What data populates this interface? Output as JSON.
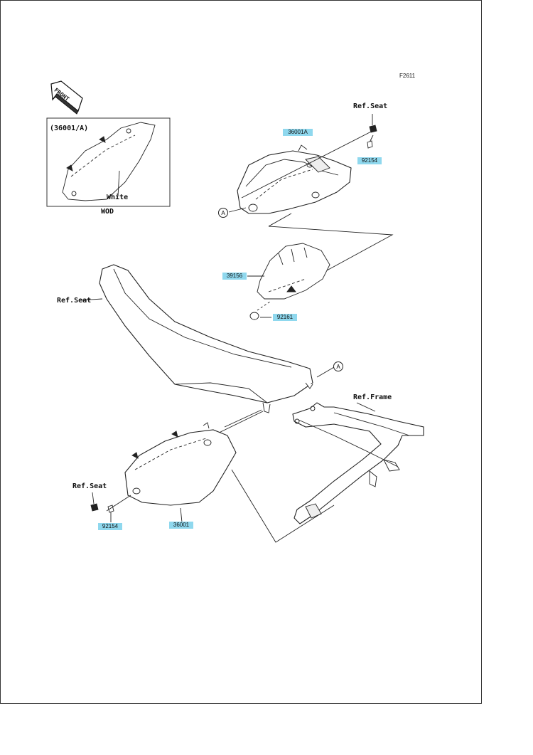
{
  "figure": {
    "code": "F2611"
  },
  "front_arrow": {
    "text": "FRONT"
  },
  "inset": {
    "part_ref": "(36001/A)",
    "color_label": "White",
    "variant_label": "WOD"
  },
  "labels": {
    "ref_seat_top": "Ref.Seat",
    "ref_seat_left": "Ref.Seat",
    "ref_seat_bottom": "Ref.Seat",
    "ref_frame": "Ref.Frame"
  },
  "callouts": {
    "a_top": "A",
    "a_mid": "A"
  },
  "parts": [
    {
      "id": "p36001A",
      "number": "36001A"
    },
    {
      "id": "p92154_top",
      "number": "92154"
    },
    {
      "id": "p39156",
      "number": "39156"
    },
    {
      "id": "p92161",
      "number": "92161"
    },
    {
      "id": "p92154_bottom",
      "number": "92154"
    },
    {
      "id": "p36001",
      "number": "36001"
    }
  ]
}
